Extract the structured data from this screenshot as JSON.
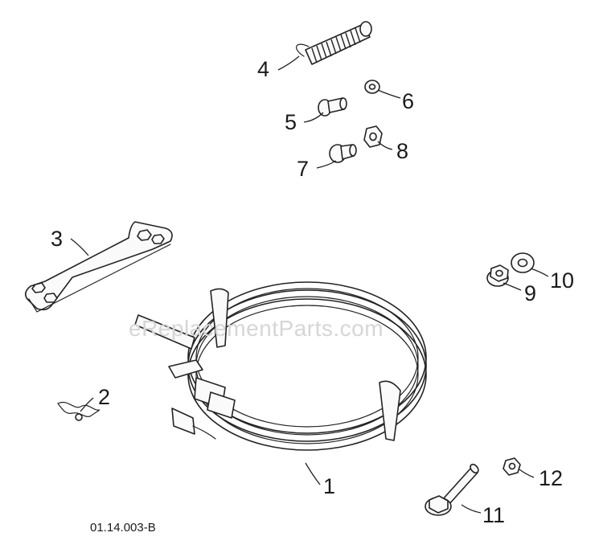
{
  "watermark": "eReplacementParts.com",
  "document_id": "01.14.003-B",
  "callouts": [
    {
      "id": "1",
      "label": "1"
    },
    {
      "id": "2",
      "label": "2"
    },
    {
      "id": "3",
      "label": "3"
    },
    {
      "id": "4",
      "label": "4"
    },
    {
      "id": "5",
      "label": "5"
    },
    {
      "id": "6",
      "label": "6"
    },
    {
      "id": "7",
      "label": "7"
    },
    {
      "id": "8",
      "label": "8"
    },
    {
      "id": "9",
      "label": "9"
    },
    {
      "id": "10",
      "label": "10"
    },
    {
      "id": "11",
      "label": "11"
    },
    {
      "id": "12",
      "label": "12"
    }
  ]
}
